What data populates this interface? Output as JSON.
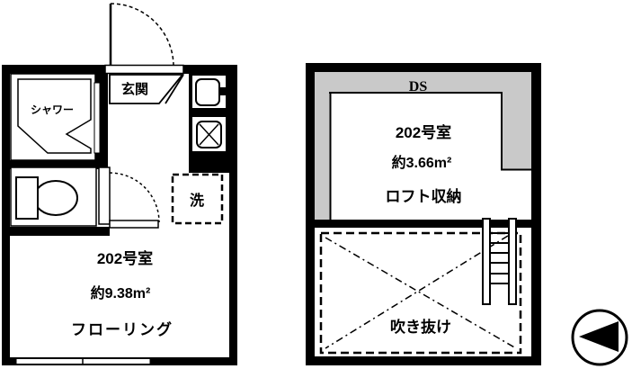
{
  "colors": {
    "wall": "#000000",
    "duct_gray": "#c9c9c9",
    "background": "#ffffff"
  },
  "left_plan": {
    "entrance_label": "玄関",
    "shower_label": "シャワー",
    "laundry_label": "洗",
    "room_label": "202号室",
    "area_label": "約9.38m²",
    "floor_label": "フローリング"
  },
  "right_plan": {
    "duct_label": "DS",
    "room_label": "202号室",
    "area_label": "約3.66m²",
    "loft_label": "ロフト収納",
    "void_label": "吹き抜け"
  },
  "compass": {
    "icon": "west-arrow-in-circle"
  }
}
